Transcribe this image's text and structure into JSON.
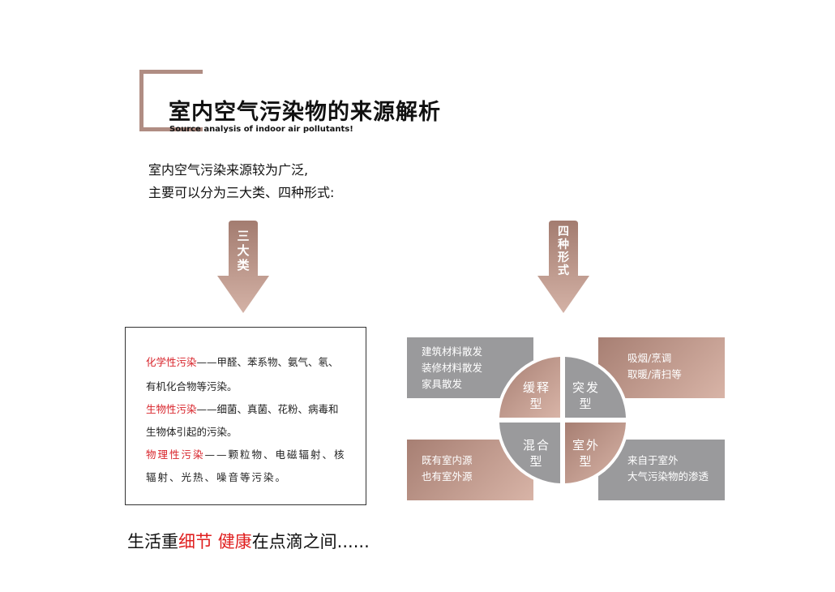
{
  "header": {
    "title": "室内空气污染物的来源解析",
    "subtitle": "Source analysis of indoor air pollutants!"
  },
  "intro": {
    "line1": "室内空气污染来源较为广泛,",
    "line2": "主要可以分为三大类、四种形式:"
  },
  "arrows": {
    "left": [
      "三",
      "大",
      "类"
    ],
    "right": [
      "四",
      "种",
      "形",
      "式"
    ]
  },
  "categories": {
    "chemical": {
      "label": "化学性污染",
      "text1": "——甲醛、苯系物、氨气、氡、",
      "text2": "有机化合物等污染。"
    },
    "biological": {
      "label": "生物性污染",
      "text1": "——细菌、真菌、花粉、病毒和",
      "text2": "生物体引起的污染。"
    },
    "physical": {
      "label": "物理性污染",
      "text1": "——颗粒物、电磁辐射、核",
      "text2": "辐射、光热、噪音等污染。"
    }
  },
  "forms": {
    "slow": {
      "name1": "缓释",
      "name2": "型",
      "desc": [
        "建筑材料散发",
        "装修材料散发",
        "家具散发"
      ]
    },
    "sudden": {
      "name1": "突发",
      "name2": "型",
      "desc": [
        "吸烟/烹调",
        "取暖/清扫等"
      ]
    },
    "mixed": {
      "name1": "混合",
      "name2": "型",
      "desc": [
        "既有室内源",
        "也有室外源"
      ]
    },
    "outdoor": {
      "name1": "室外",
      "name2": "型",
      "desc": [
        "来自于室外",
        "大气污染物的渗透"
      ]
    }
  },
  "footer": {
    "part1": "生活重",
    "highlight1": "细节",
    "highlight2": "健康",
    "part2": "在点滴之间......"
  },
  "colors": {
    "rose": "#b08d83",
    "gray": "#9a9a9c",
    "red": "#d8232a"
  }
}
